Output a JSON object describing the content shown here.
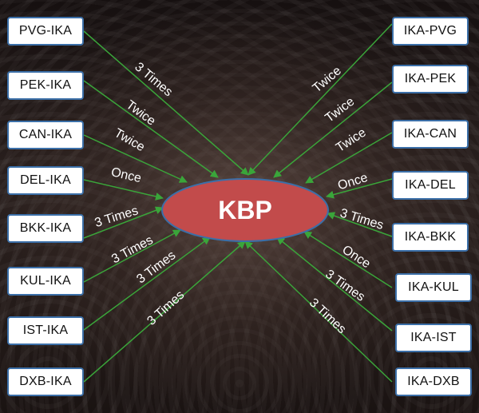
{
  "hub": {
    "label": "KBP",
    "fill": "#c24b4b",
    "stroke": "#3b6fa8"
  },
  "line_color": "#3aa53a",
  "left_routes": [
    {
      "label": "PVG-IKA",
      "frequency": "3 Times"
    },
    {
      "label": "PEK-IKA",
      "frequency": "Twice"
    },
    {
      "label": "CAN-IKA",
      "frequency": "Twice"
    },
    {
      "label": "DEL-IKA",
      "frequency": "Once"
    },
    {
      "label": "BKK-IKA",
      "frequency": "3 Times"
    },
    {
      "label": "KUL-IKA",
      "frequency": "3 Times"
    },
    {
      "label": "IST-IKA",
      "frequency": "3 Times"
    },
    {
      "label": "DXB-IKA",
      "frequency": "3 Times"
    }
  ],
  "right_routes": [
    {
      "label": "IKA-PVG",
      "frequency": "Twice"
    },
    {
      "label": "IKA-PEK",
      "frequency": "Twice"
    },
    {
      "label": "IKA-CAN",
      "frequency": "Twice"
    },
    {
      "label": "IKA-DEL",
      "frequency": "Once"
    },
    {
      "label": "IKA-BKK",
      "frequency": "3 Times"
    },
    {
      "label": "IKA-KUL",
      "frequency": "Once"
    },
    {
      "label": "IKA-IST",
      "frequency": "3 Times"
    },
    {
      "label": "IKA-DXB",
      "frequency": "3 Times"
    }
  ]
}
